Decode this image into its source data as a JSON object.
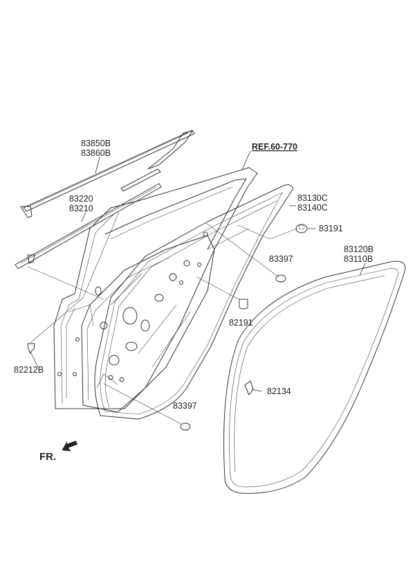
{
  "labels": {
    "mold_upper": [
      "83850B",
      "83860B"
    ],
    "mold_lower": [
      "83220",
      "83210"
    ],
    "ref": "REF.60-770",
    "seal_door": [
      "83130C",
      "83140C"
    ],
    "cap": "83191",
    "plug_right": "83397",
    "seal_body": [
      "83120B",
      "83110B"
    ],
    "clip_center": "82191",
    "clip_left": "82212B",
    "clip_body": "82134",
    "plug_bottom": "83397",
    "front": "FR."
  }
}
